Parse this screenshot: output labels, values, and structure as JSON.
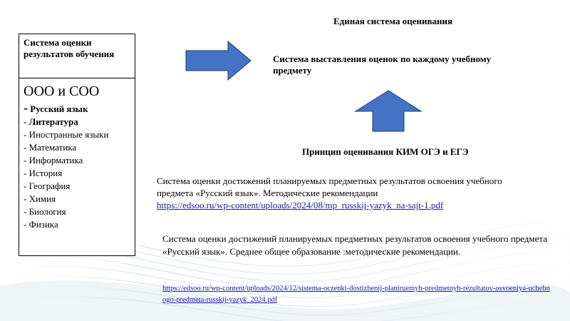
{
  "slide": {
    "title": "Единая система оценивания",
    "left_box": {
      "heading": "Система оценки результатов обучения",
      "levels": "ООО и  СОО",
      "first_subject_dash": "-",
      "first_subject": " Русский язык",
      "subjects": [
        "- Литература",
        "- Иностранные языки",
        "- Математика",
        "- Информатика",
        "- История",
        "- География",
        "- Химия",
        "- Биология",
        "- Физика"
      ]
    },
    "system_text": "Система выставления оценок по  каждому учебному предмету",
    "principle_text": "Принцип оценивания КИМ ОГЭ и ЕГЭ",
    "doc1": {
      "text": "Система оценки достижений планируемых предметных результатов освоения учебного предмета «Русский язык». Методические рекомендации",
      "link": "https://edsoo.ru/wp-content/uploads/2024/08/mp_russkij-yazyk_na-sajt-1.pdf"
    },
    "doc2": {
      "text": "Система оценки достижений планируемых предметных результатов освоения учебного предмета «Русский язык». Среднее общее образование :методические рекомендации."
    },
    "doc3": {
      "link": "https://edsoo.ru/wp-content/uploads/2024/12/sistema-oczenki-dostizhenij-planiruemyh-predmetnyh-rezultatov-osvoeniya-uchebnogo-predmeta-russkij-yazyk_2024.pdf"
    },
    "colors": {
      "arrow": "#4472c4",
      "arrow_stroke": "#2f528f",
      "link": "#1a1aa6",
      "wave": "#cfdde6"
    }
  }
}
